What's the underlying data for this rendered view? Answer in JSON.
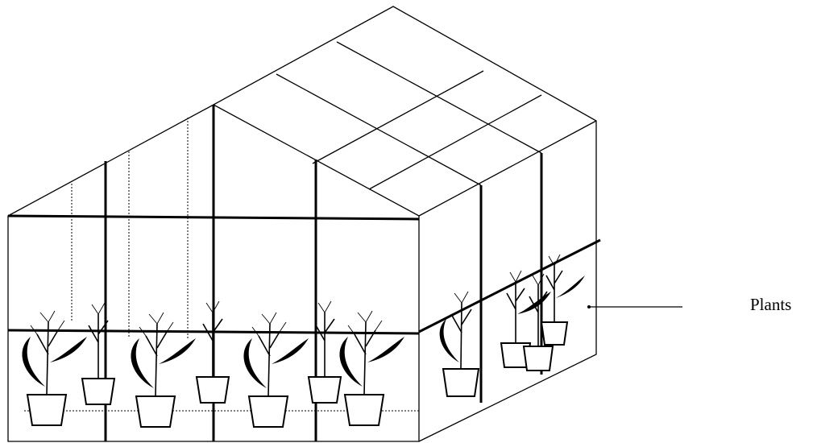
{
  "diagram": {
    "plants_label": "Plants",
    "stroke_color": "#000000",
    "background_color": "#ffffff",
    "front_plant_count": 7,
    "side_plant_count": 4
  }
}
